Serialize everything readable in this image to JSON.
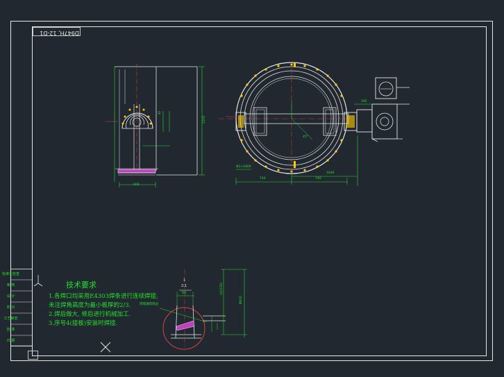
{
  "drawing_code": "D947H, 12-D1",
  "notes": {
    "title": "技术要求",
    "items": [
      "1.各焊口均采用E4303焊条进行连续焊接,",
      "  未注焊角高度为最小板厚的2/3.",
      "2.焊后做大, 修后进行机械加工.",
      "3.序号4(接板)安装时焊接."
    ]
  },
  "detail": {
    "scale_top": "1",
    "scale_bottom": "2:1",
    "dim_top": "50",
    "weld_label": "焊缝满焊周边",
    "dim_right1": "14(135)",
    "dim_right2": "Φ620"
  },
  "side_view": {
    "dim_bottom": "500",
    "dim_right": "1200",
    "dim_small": "40"
  },
  "front_view": {
    "dim_left": "740",
    "dim_right": "740",
    "dim_far_right": "1640",
    "dim_right_top": "185",
    "dim_angle": "45°",
    "label_bottom": "Φ2×1800"
  },
  "title_block": {
    "rows": [
      "标准化检查",
      "审 核",
      "设 计",
      "校 对",
      "工艺审查",
      "批 准",
      "日 期"
    ]
  }
}
